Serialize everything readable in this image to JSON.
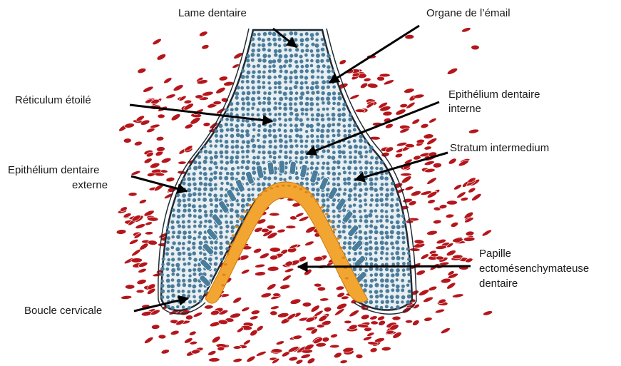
{
  "diagram": {
    "labels": {
      "lame_dentaire": "Lame dentaire",
      "organe_email": "Organe de l’émail",
      "reticulum": "Réticulum étoilé",
      "epi_interne_1": "Epithélium dentaire",
      "epi_interne_2": "interne",
      "stratum": "Stratum intermedium",
      "epi_externe_1": "Epithélium dentaire",
      "epi_externe_2": "externe",
      "papille_1": "Papille",
      "papille_2": "ectomésenchymateuse",
      "papille_3": "dentaire",
      "boucle": "Boucle cervicale"
    },
    "colors": {
      "mesenchyme_cell": "#b5161b",
      "epithelial_cell": "#4a7d9c",
      "tissue_fill": "#e9eef1",
      "outline": "#1f2a33",
      "dentin_band": "#f3a531",
      "arrow": "#000000"
    }
  }
}
